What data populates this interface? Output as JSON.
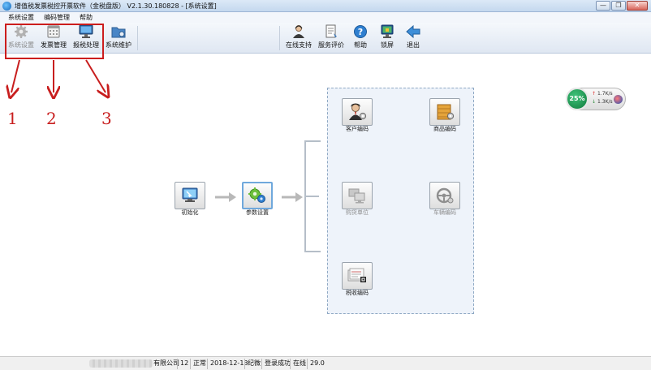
{
  "window": {
    "title": "增值税发票税控开票软件（金税盘版） V2.1.30.180828 - [系统设置]",
    "minimize": "—",
    "restore": "❐",
    "close": "✕"
  },
  "menu": [
    "系统设置",
    "编码管理",
    "帮助"
  ],
  "toolbar": {
    "left": [
      {
        "label": "系统设置",
        "icon": "gear-icon",
        "enabled": false
      },
      {
        "label": "发票管理",
        "icon": "calendar-icon",
        "enabled": true
      },
      {
        "label": "报税处理",
        "icon": "monitor-icon",
        "enabled": true
      },
      {
        "label": "系统维护",
        "icon": "folder-gear-icon",
        "enabled": true
      }
    ],
    "right": [
      {
        "label": "在线支持",
        "icon": "support-person-icon"
      },
      {
        "label": "服务评价",
        "icon": "rating-document-icon"
      },
      {
        "label": "帮助",
        "icon": "help-icon"
      },
      {
        "label": "锁屏",
        "icon": "lock-screen-icon"
      },
      {
        "label": "退出",
        "icon": "exit-arrow-icon"
      }
    ]
  },
  "annotation": {
    "labels": [
      "1",
      "2",
      "3"
    ],
    "color": "#cc1d1d"
  },
  "network": {
    "percent": "25%",
    "up": "1.7K/s",
    "down": "1.3K/s"
  },
  "flow": {
    "init": {
      "label": "初始化"
    },
    "params": {
      "label": "参数设置"
    },
    "items": [
      {
        "label": "客户编码",
        "icon": "customer-icon",
        "enabled": true
      },
      {
        "label": "商品编码",
        "icon": "goods-icon",
        "enabled": true
      },
      {
        "label": "购货单位",
        "icon": "buyer-unit-icon",
        "enabled": false
      },
      {
        "label": "车辆编码",
        "icon": "vehicle-icon",
        "enabled": false
      },
      {
        "label": "税收编码",
        "icon": "tax-code-icon",
        "enabled": true
      }
    ]
  },
  "statusbar": {
    "company": "有限公司",
    "number": "12",
    "status": "正常",
    "date": "2018-12-13",
    "user": "纪微",
    "login": "登录成功",
    "online": "在线",
    "version": "29.0"
  },
  "colors": {
    "accent": "#6fa8dc",
    "annotation": "#cc1d1d",
    "panel_bg": "#eef3fa"
  }
}
